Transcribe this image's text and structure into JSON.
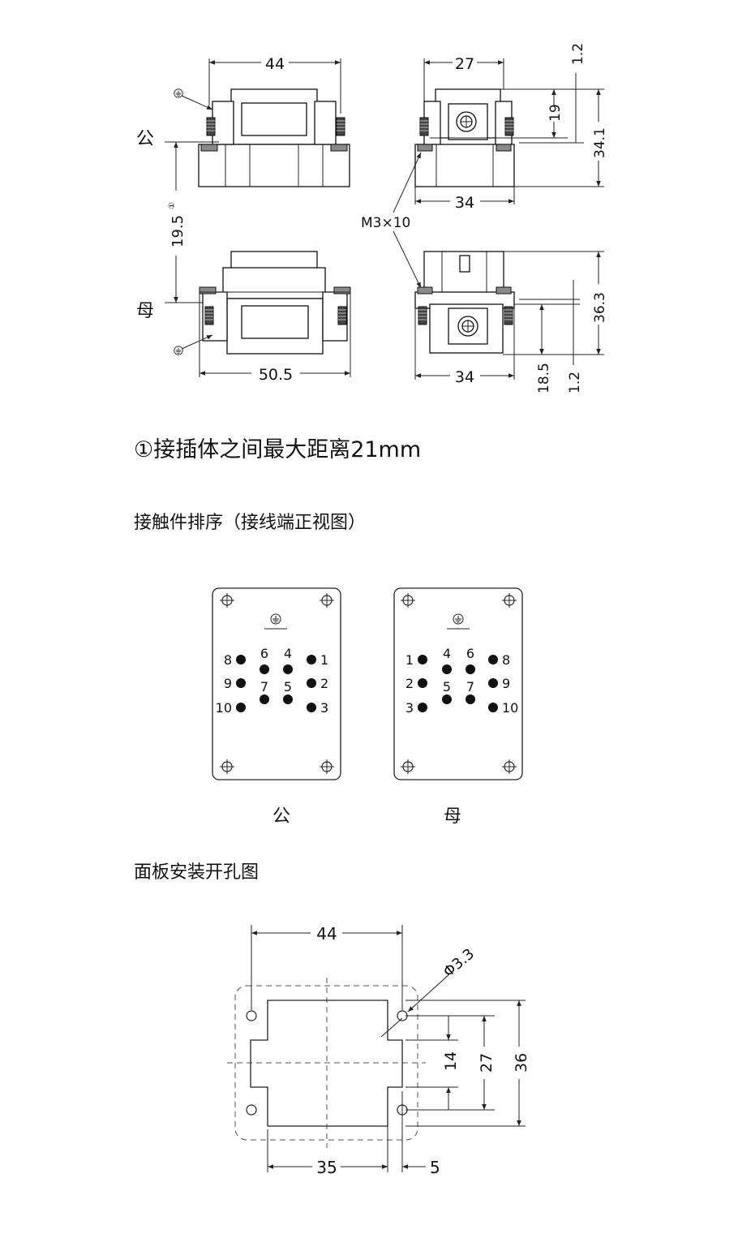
{
  "views": {
    "male_label": "公",
    "female_label": "母",
    "dims": {
      "top_width": "44",
      "top_right_width": "27",
      "top_thickness": "1.2",
      "top_height_19": "19",
      "total_height_male": "34.1",
      "bottom_width_male": "34",
      "screw": "M3×10",
      "gap": "19.5",
      "gap_note_mark": "①",
      "bottom_width_female": "50.5",
      "bottom_width_female_right": "34",
      "total_height_female": "36.3",
      "height_18_5": "18.5",
      "bottom_thickness": "1.2"
    }
  },
  "note_text": "①接插体之间最大距离21mm",
  "contacts_title": "接触件排序（接线端正视图）",
  "contact_panels": [
    {
      "label": "公",
      "pins": [
        {
          "n": "8",
          "side": "left"
        },
        {
          "n": "9",
          "side": "left"
        },
        {
          "n": "10",
          "side": "left"
        },
        {
          "n": "6",
          "side": "top"
        },
        {
          "n": "4",
          "side": "top"
        },
        {
          "n": "7",
          "side": "top"
        },
        {
          "n": "5",
          "side": "top"
        },
        {
          "n": "1",
          "side": "right"
        },
        {
          "n": "2",
          "side": "right"
        },
        {
          "n": "3",
          "side": "right"
        }
      ]
    },
    {
      "label": "母",
      "pins": [
        {
          "n": "1",
          "side": "left"
        },
        {
          "n": "2",
          "side": "left"
        },
        {
          "n": "3",
          "side": "left"
        },
        {
          "n": "4",
          "side": "top"
        },
        {
          "n": "6",
          "side": "top"
        },
        {
          "n": "5",
          "side": "top"
        },
        {
          "n": "7",
          "side": "top"
        },
        {
          "n": "8",
          "side": "right"
        },
        {
          "n": "9",
          "side": "right"
        },
        {
          "n": "10",
          "side": "right"
        }
      ]
    }
  ],
  "cutout_title": "面板安装开孔图",
  "cutout_dims": {
    "width": "44",
    "hole": "Φ3.3",
    "h14": "14",
    "h27": "27",
    "h36": "36",
    "w35": "35",
    "w5": "5"
  }
}
